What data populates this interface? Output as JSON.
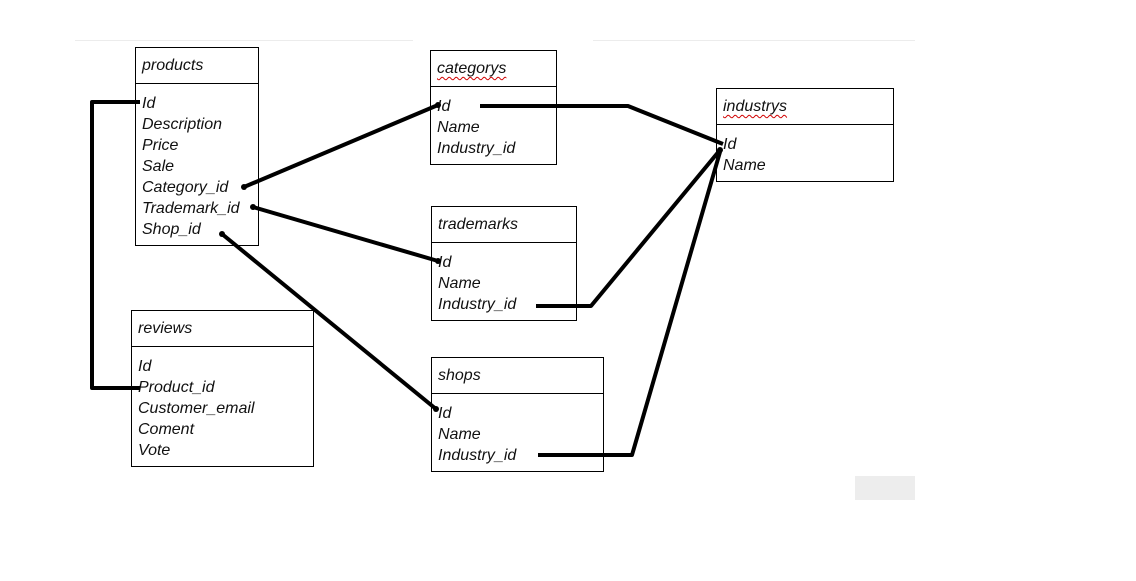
{
  "entities": {
    "products": {
      "title": "products",
      "fields": [
        "Id",
        "Description",
        "Price",
        "Sale",
        "Category_id",
        "Trademark_id",
        "Shop_id"
      ]
    },
    "categorys": {
      "title": "categorys",
      "fields": [
        "Id",
        "Name",
        "Industry_id"
      ]
    },
    "industrys": {
      "title": "industrys",
      "fields": [
        "Id",
        "Name"
      ]
    },
    "trademarks": {
      "title": "trademarks",
      "fields": [
        "Id",
        "Name",
        "Industry_id"
      ]
    },
    "reviews": {
      "title": "reviews",
      "fields": [
        "Id",
        "Product_id",
        "Customer_email",
        "Coment",
        "Vote"
      ]
    },
    "shops": {
      "title": "shops",
      "fields": [
        "Id",
        "Name",
        "Industry_id"
      ]
    }
  },
  "relationships": [
    {
      "from": "products.Category_id",
      "to": "categorys.Id"
    },
    {
      "from": "products.Trademark_id",
      "to": "trademarks.Id"
    },
    {
      "from": "products.Shop_id",
      "to": "shops.Id"
    },
    {
      "from": "reviews.Product_id",
      "to": "products.Id"
    },
    {
      "from": "categorys.Id",
      "to": "industrys.Id"
    },
    {
      "from": "trademarks.Industry_id",
      "to": "industrys.Id"
    },
    {
      "from": "shops.Industry_id",
      "to": "industrys.Id"
    }
  ],
  "colors": {
    "line": "#000000",
    "border": "#000000",
    "spellcheck": "#d00000"
  }
}
